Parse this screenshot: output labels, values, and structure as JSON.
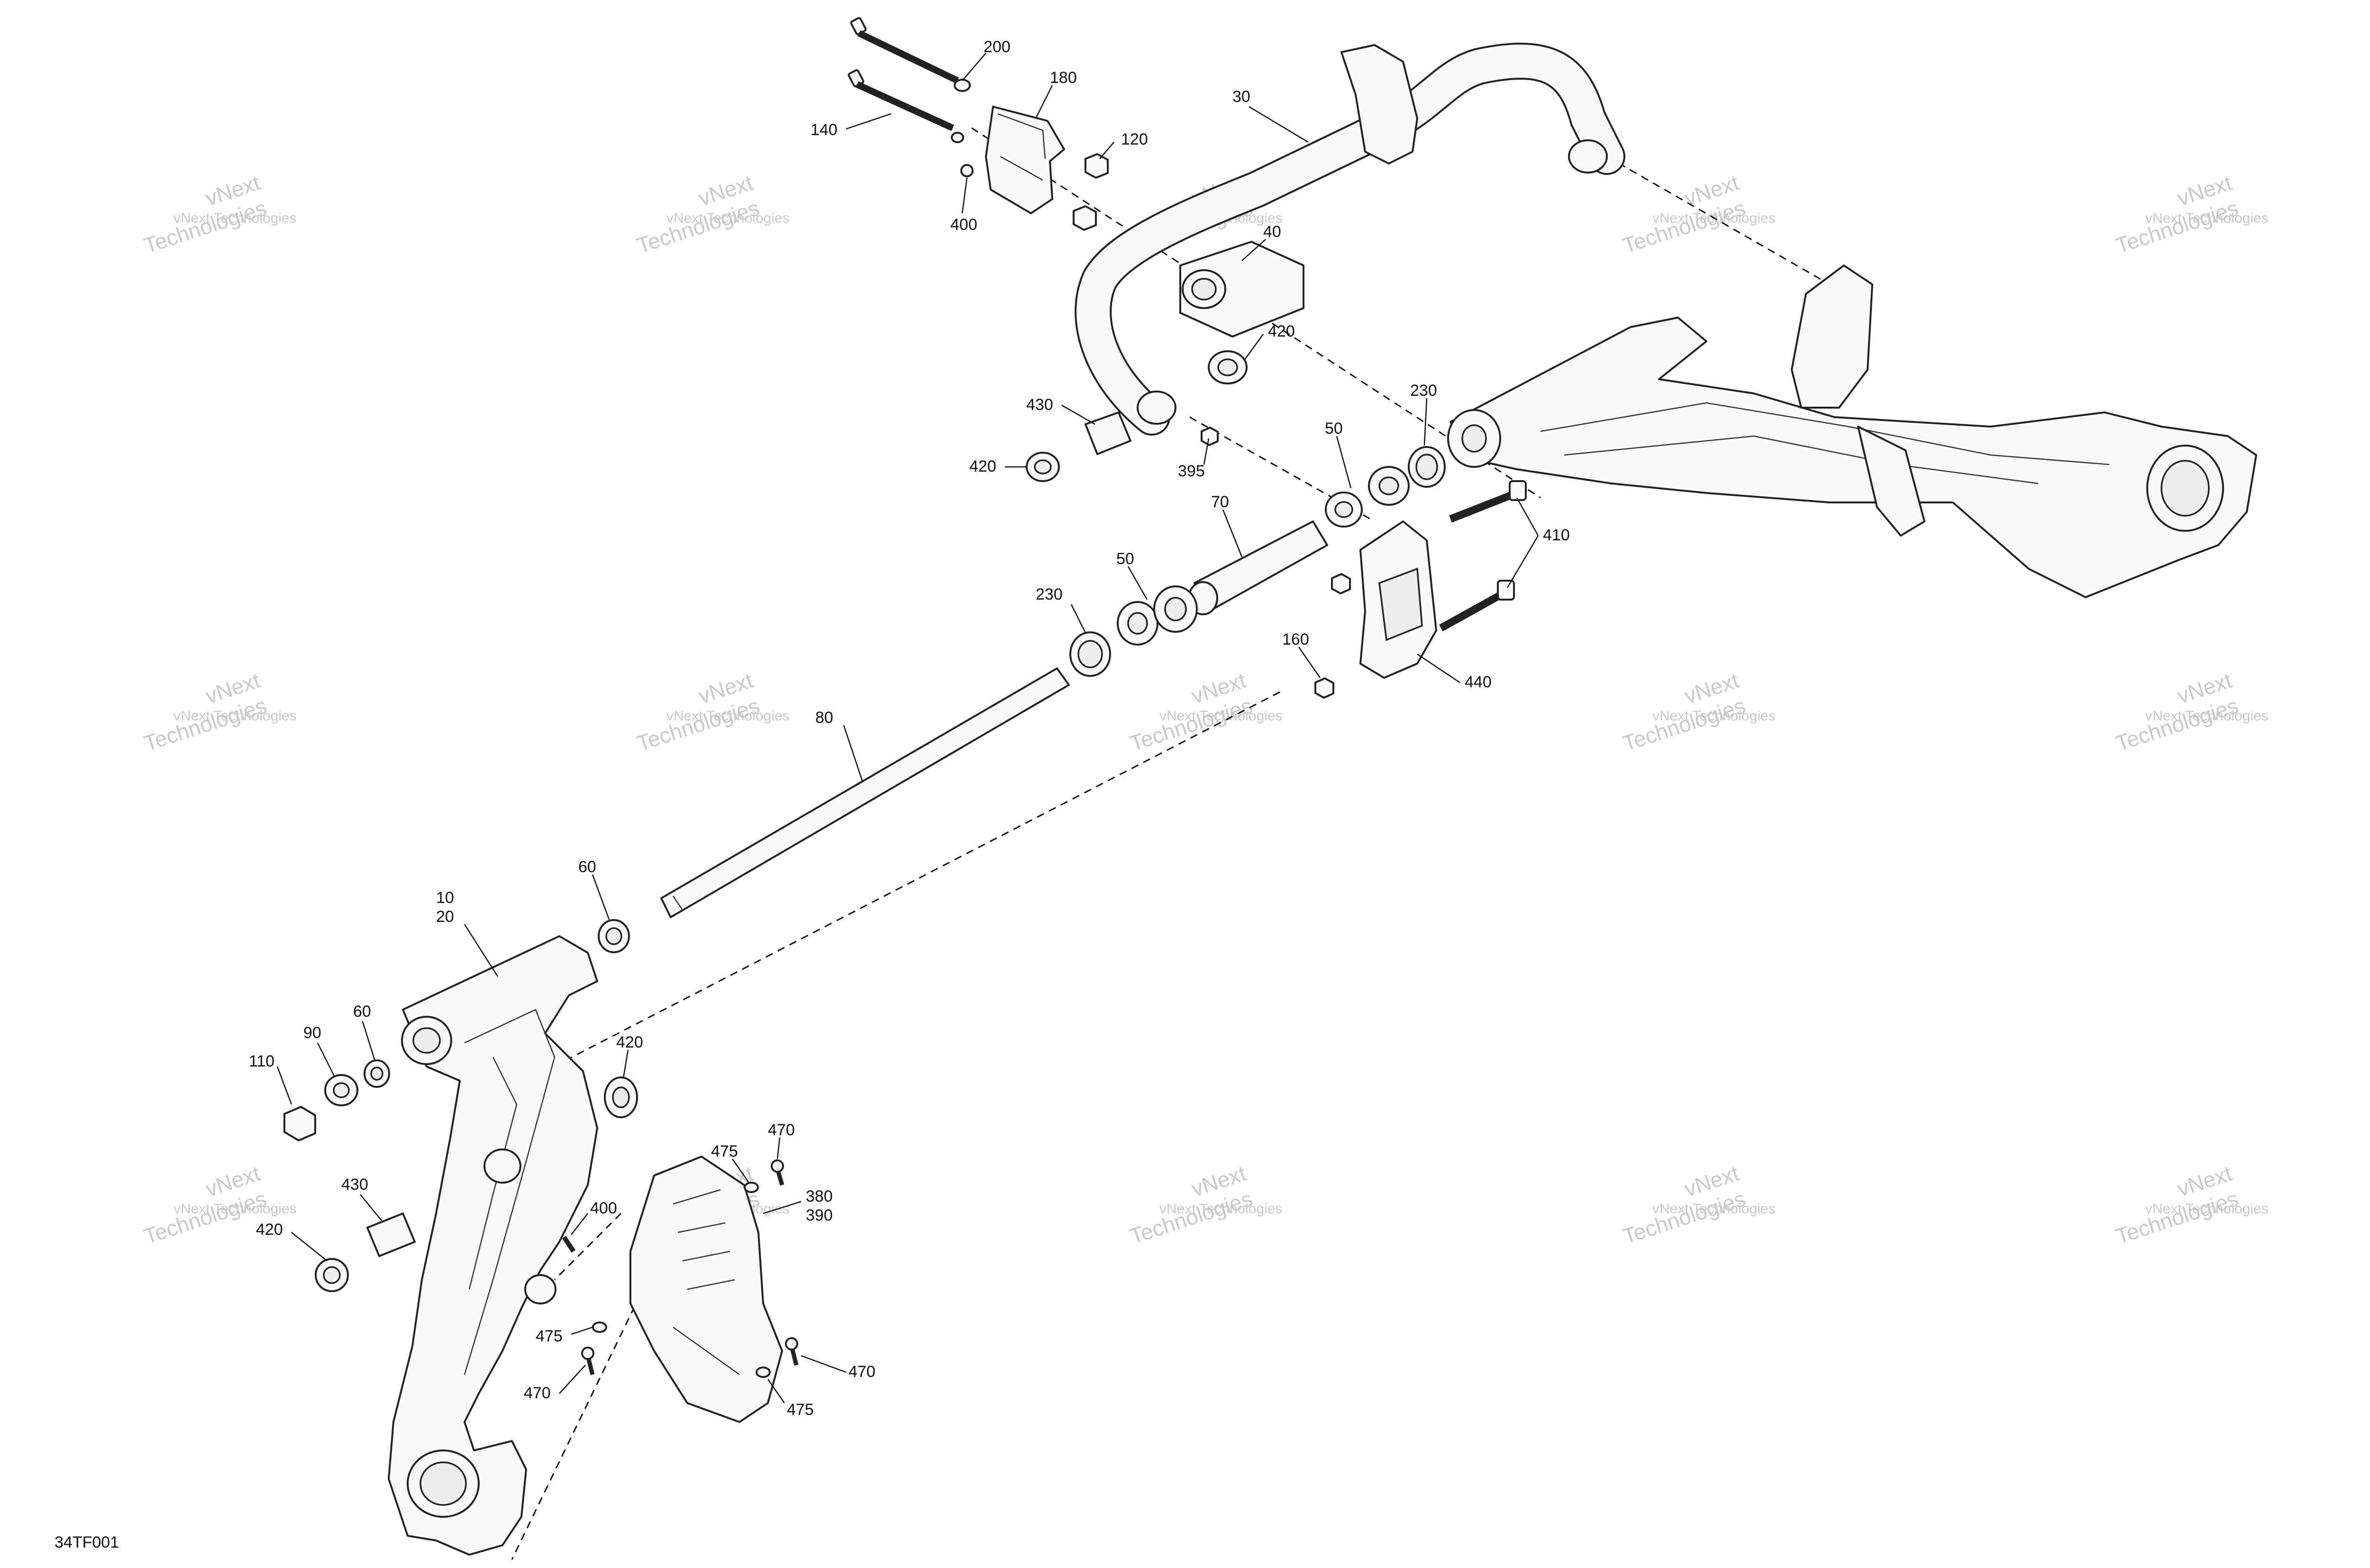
{
  "diagram": {
    "code": "34TF001",
    "watermark": {
      "line1": "vNext Technologies",
      "line2": "vNext",
      "line3": "Technologies"
    },
    "callouts": [
      {
        "id": "c200",
        "text": "200"
      },
      {
        "id": "c180",
        "text": "180"
      },
      {
        "id": "c140",
        "text": "140"
      },
      {
        "id": "c120",
        "text": "120"
      },
      {
        "id": "c400a",
        "text": "400"
      },
      {
        "id": "c30",
        "text": "30"
      },
      {
        "id": "c40",
        "text": "40"
      },
      {
        "id": "c420a",
        "text": "420"
      },
      {
        "id": "c430a",
        "text": "430"
      },
      {
        "id": "c420b",
        "text": "420"
      },
      {
        "id": "c395",
        "text": "395"
      },
      {
        "id": "c230a",
        "text": "230"
      },
      {
        "id": "c50a",
        "text": "50"
      },
      {
        "id": "c410",
        "text": "410"
      },
      {
        "id": "c70",
        "text": "70"
      },
      {
        "id": "c50b",
        "text": "50"
      },
      {
        "id": "c230b",
        "text": "230"
      },
      {
        "id": "c160",
        "text": "160"
      },
      {
        "id": "c440",
        "text": "440"
      },
      {
        "id": "c80",
        "text": "80"
      },
      {
        "id": "c60a",
        "text": "60"
      },
      {
        "id": "c10",
        "text": "10"
      },
      {
        "id": "c20",
        "text": "20"
      },
      {
        "id": "c90",
        "text": "90"
      },
      {
        "id": "c60b",
        "text": "60"
      },
      {
        "id": "c110",
        "text": "110"
      },
      {
        "id": "c420c",
        "text": "420"
      },
      {
        "id": "c470a",
        "text": "470"
      },
      {
        "id": "c475a",
        "text": "475"
      },
      {
        "id": "c430b",
        "text": "430"
      },
      {
        "id": "c400b",
        "text": "400"
      },
      {
        "id": "c420d",
        "text": "420"
      },
      {
        "id": "c380",
        "text": "380"
      },
      {
        "id": "c390",
        "text": "390"
      },
      {
        "id": "c475b",
        "text": "475"
      },
      {
        "id": "c470b",
        "text": "470"
      },
      {
        "id": "c470c",
        "text": "470"
      },
      {
        "id": "c475c",
        "text": "475"
      }
    ]
  }
}
